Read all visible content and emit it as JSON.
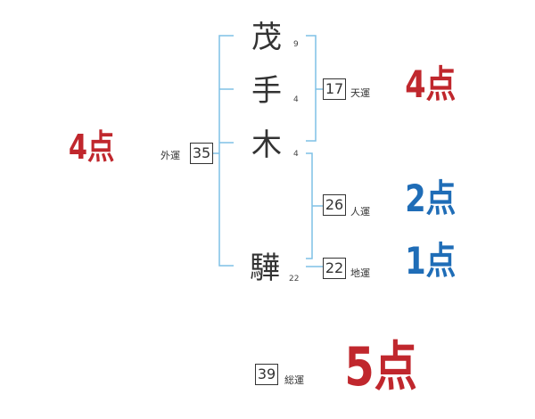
{
  "name_chars": [
    {
      "char": "茂",
      "strokes": "9"
    },
    {
      "char": "手",
      "strokes": "4"
    },
    {
      "char": "木",
      "strokes": "4"
    },
    {
      "char": "驊",
      "strokes": "22"
    }
  ],
  "fortunes": {
    "gaiun": {
      "value": "35",
      "label": "外運",
      "score": "4点"
    },
    "tenun": {
      "value": "17",
      "label": "天運",
      "score": "4点"
    },
    "jinun": {
      "value": "26",
      "label": "人運",
      "score": "2点"
    },
    "chiun": {
      "value": "22",
      "label": "地運",
      "score": "1点"
    },
    "soun": {
      "value": "39",
      "label": "総運",
      "score": "5点"
    }
  },
  "colors": {
    "bracket": "#7fc1e6",
    "score_red": "#c0272d",
    "score_blue": "#1f6db7"
  }
}
